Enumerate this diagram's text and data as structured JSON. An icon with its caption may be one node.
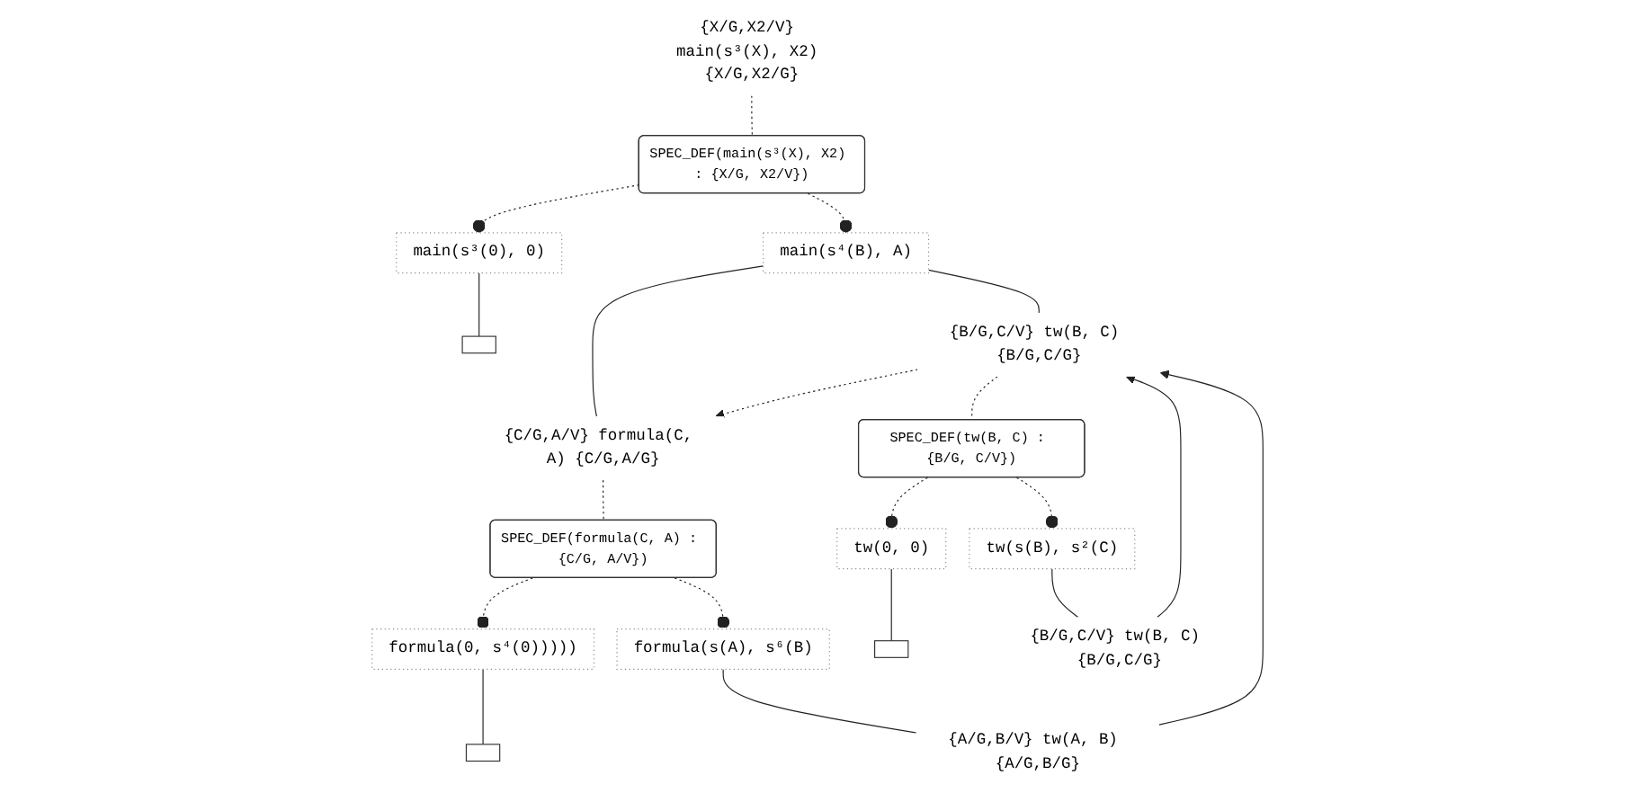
{
  "diagram": {
    "nodes": [
      {
        "text": [
          "{X/G,X2/V} main(s³(X), X2) {X/G,X2/G}"
        ]
      },
      {
        "text": [
          "SPEC_DEF(main(s³(X), X2) : {X/G, X2/V})"
        ]
      },
      {
        "text": [
          "main(s³(0), 0)"
        ]
      },
      {
        "text": [
          "main(s⁴(B), A)"
        ]
      },
      {
        "text": [],
        "shape": "box"
      },
      {
        "text": [
          "{B/G,C/V} tw(B, C) {B/G,C/G}"
        ]
      },
      {
        "text": [
          "{C/G,A/V} formula(C, A) {C/G,A/G}"
        ]
      },
      {
        "text": [
          "SPEC_DEF(tw(B, C) : {B/G, C/V})"
        ]
      },
      {
        "text": [
          "SPEC_DEF(formula(C, A) : {C/G, A/V})"
        ]
      },
      {
        "text": [
          "tw(0, 0)"
        ]
      },
      {
        "text": [
          "tw(s(B), s²(C)"
        ]
      },
      {
        "text": [
          "formula(0, s⁴(0)))))"
        ]
      },
      {
        "text": [
          "formula(s(A), s⁶(B)"
        ]
      },
      {
        "text": [],
        "shape": "box"
      },
      {
        "text": [
          "{B/G,C/V} tw(B, C) {B/G,C/G}"
        ]
      },
      {
        "text": [],
        "shape": "box"
      },
      {
        "text": [
          "{A/G,B/V} tw(A, B) {A/G,B/G}"
        ]
      }
    ],
    "edges": [
      {
        "from": 0,
        "to": 1,
        "arrow": "none",
        "style": "dashed"
      },
      {
        "from": 1,
        "to": 2,
        "arrow": "other",
        "style": "dashed"
      },
      {
        "from": 1,
        "to": 3,
        "arrow": "other",
        "style": "dashed"
      },
      {
        "from": 2,
        "to": 4,
        "arrow": "none"
      },
      {
        "from": 3,
        "to": 5,
        "arrow": "none"
      },
      {
        "from": 3,
        "to": 6,
        "arrow": "none"
      },
      {
        "from": 5,
        "to": 6,
        "arrow": "to",
        "style": "dashed"
      },
      {
        "from": 5,
        "to": 7,
        "arrow": "none",
        "style": "dashed"
      },
      {
        "from": 6,
        "to": 8,
        "arrow": "none",
        "style": "dashed"
      },
      {
        "from": 7,
        "to": 9,
        "arrow": "other",
        "style": "dashed"
      },
      {
        "from": 7,
        "to": 10,
        "arrow": "other",
        "style": "dashed"
      },
      {
        "from": 8,
        "to": 11,
        "arrow": "other",
        "style": "dashed"
      },
      {
        "from": 8,
        "to": 12,
        "arrow": "other",
        "style": "dashed"
      },
      {
        "from": 9,
        "to": 13,
        "arrow": "none"
      },
      {
        "from": 10,
        "to": 14,
        "arrow": "none"
      },
      {
        "from": 11,
        "to": 15,
        "arrow": "none"
      },
      {
        "from": 12,
        "to": 16,
        "arrow": "none"
      },
      {
        "from": 14,
        "to": 5,
        "arrow": "to"
      },
      {
        "from": 16,
        "to": 5,
        "arrow": "to"
      }
    ]
  }
}
